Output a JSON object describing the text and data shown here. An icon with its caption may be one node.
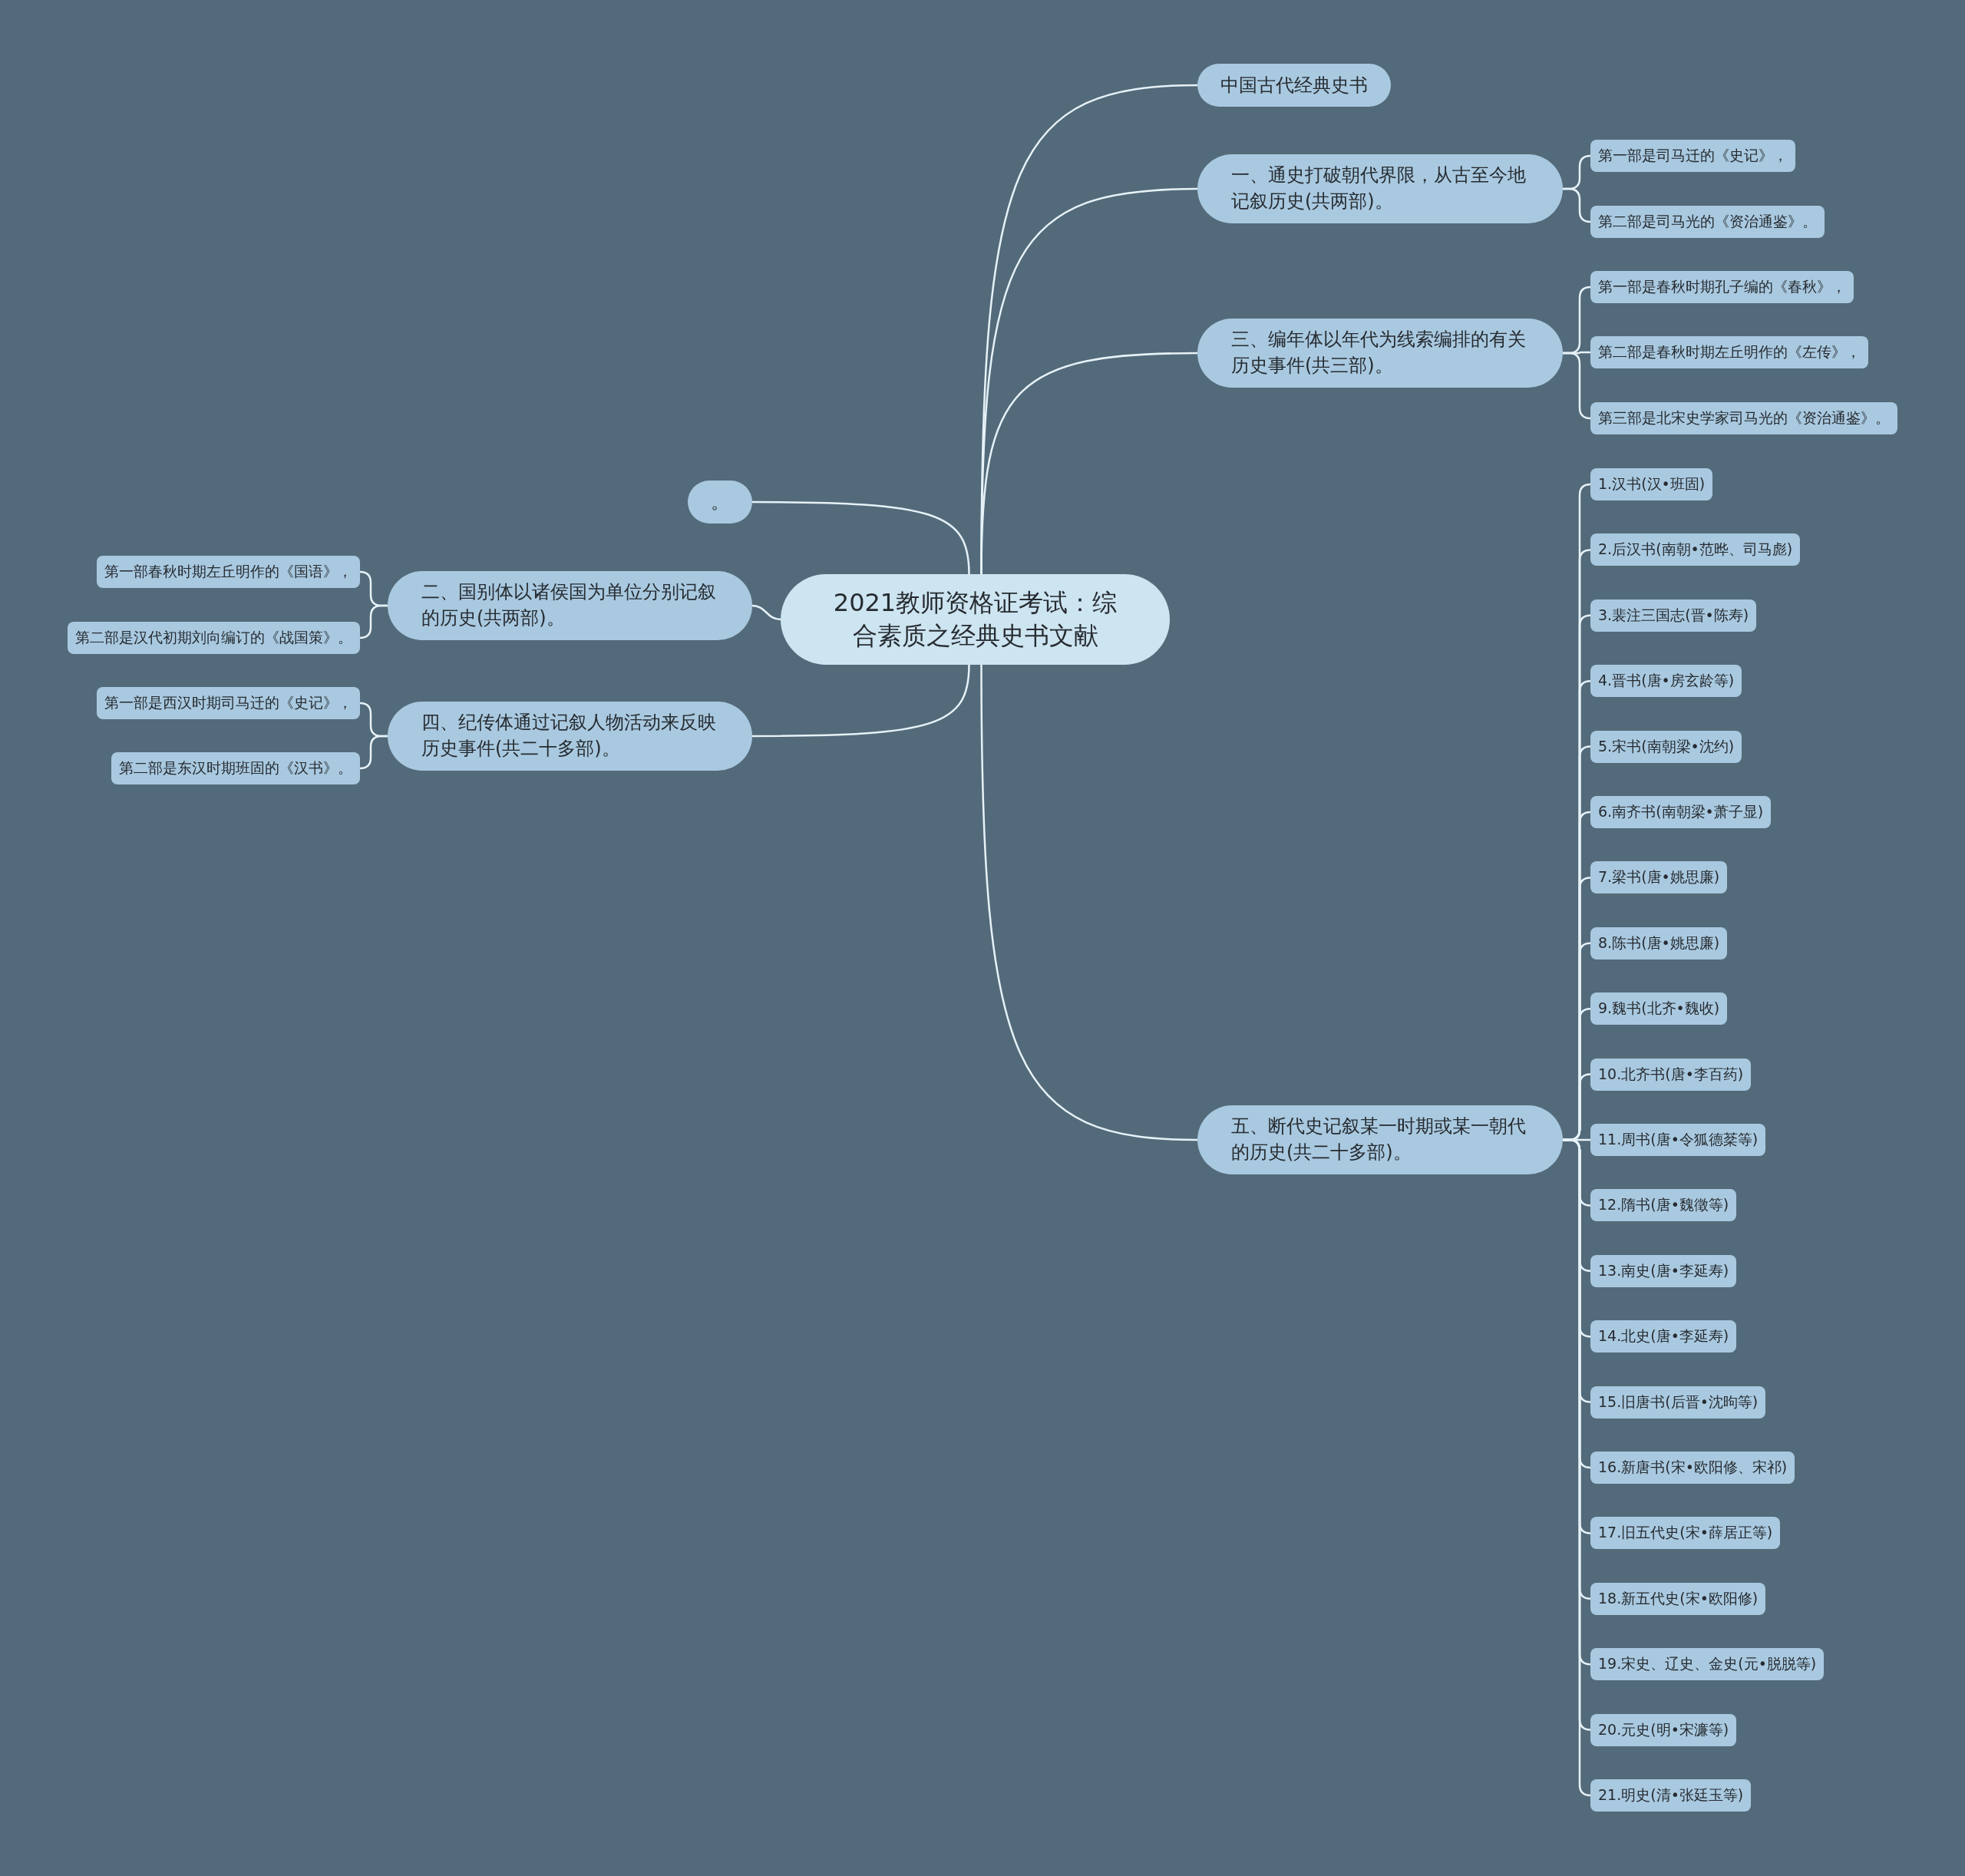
{
  "diagram": {
    "nodes": [
      {
        "text": [
          "2021教师资格证考试：综合素质之经典史书文献"
        ]
      },
      {
        "text": [
          "中国古代经典史书"
        ]
      },
      {
        "text": [
          "一、通史打破朝代界限，从古至今地记叙历史(共两部)。"
        ]
      },
      {
        "text": [
          "第一部是司马迁的《史记》，"
        ]
      },
      {
        "text": [
          "第二部是司马光的《资治通鉴》。"
        ]
      },
      {
        "text": [
          "三、编年体以年代为线索编排的有关历史事件(共三部)。"
        ]
      },
      {
        "text": [
          "第一部是春秋时期孔子编的《春秋》，"
        ]
      },
      {
        "text": [
          "第二部是春秋时期左丘明作的《左传》，"
        ]
      },
      {
        "text": [
          "第三部是北宋史学家司马光的《资治通鉴》。"
        ]
      },
      {
        "text": [
          "。"
        ]
      },
      {
        "text": [
          "二、国别体以诸侯国为单位分别记叙的历史(共两部)。"
        ]
      },
      {
        "text": [
          "第一部春秋时期左丘明作的《国语》，"
        ]
      },
      {
        "text": [
          "第二部是汉代初期刘向编订的《战国策》。"
        ]
      },
      {
        "text": [
          "四、纪传体通过记叙人物活动来反映历史事件(共二十多部)。"
        ]
      },
      {
        "text": [
          "第一部是西汉时期司马迁的《史记》，"
        ]
      },
      {
        "text": [
          "第二部是东汉时期班固的《汉书》。"
        ]
      },
      {
        "text": [
          "五、断代史记叙某一时期或某一朝代的历史(共二十多部)。"
        ]
      },
      {
        "text": [
          "1.汉书(汉•班固)"
        ]
      },
      {
        "text": [
          "2.后汉书(南朝•范晔、司马彪)"
        ]
      },
      {
        "text": [
          "3.裴注三国志(晋•陈寿)"
        ]
      },
      {
        "text": [
          "4.晋书(唐•房玄龄等)"
        ]
      },
      {
        "text": [
          "5.宋书(南朝梁•沈约)"
        ]
      },
      {
        "text": [
          "6.南齐书(南朝梁•萧子显)"
        ]
      },
      {
        "text": [
          "7.梁书(唐•姚思廉)"
        ]
      },
      {
        "text": [
          "8.陈书(唐•姚思廉)"
        ]
      },
      {
        "text": [
          "9.魏书(北齐•魏收)"
        ]
      },
      {
        "text": [
          "10.北齐书(唐•李百药)"
        ]
      },
      {
        "text": [
          "11.周书(唐•令狐德棻等)"
        ]
      },
      {
        "text": [
          "12.隋书(唐•魏徵等)"
        ]
      },
      {
        "text": [
          "13.南史(唐•李延寿)"
        ]
      },
      {
        "text": [
          "14.北史(唐•李延寿)"
        ]
      },
      {
        "text": [
          "15.旧唐书(后晋•沈昫等)"
        ]
      },
      {
        "text": [
          "16.新唐书(宋•欧阳修、宋祁)"
        ]
      },
      {
        "text": [
          "17.旧五代史(宋•薛居正等)"
        ]
      },
      {
        "text": [
          "18.新五代史(宋•欧阳修)"
        ]
      },
      {
        "text": [
          "19.宋史、辽史、金史(元•脱脱等)"
        ]
      },
      {
        "text": [
          "20.元史(明•宋濂等)"
        ]
      },
      {
        "text": [
          "21.明史(清•张廷玉等)"
        ]
      }
    ],
    "edges": [
      {
        "from": 0,
        "to": 1,
        "arrow": "none"
      },
      {
        "from": 0,
        "to": 2,
        "arrow": "none"
      },
      {
        "from": 2,
        "to": 3,
        "arrow": "none"
      },
      {
        "from": 2,
        "to": 4,
        "arrow": "none"
      },
      {
        "from": 0,
        "to": 5,
        "arrow": "none"
      },
      {
        "from": 5,
        "to": 6,
        "arrow": "none"
      },
      {
        "from": 5,
        "to": 7,
        "arrow": "none"
      },
      {
        "from": 5,
        "to": 8,
        "arrow": "none"
      },
      {
        "from": 0,
        "to": 9,
        "arrow": "none"
      },
      {
        "from": 0,
        "to": 10,
        "arrow": "none"
      },
      {
        "from": 10,
        "to": 11,
        "arrow": "none"
      },
      {
        "from": 10,
        "to": 12,
        "arrow": "none"
      },
      {
        "from": 0,
        "to": 13,
        "arrow": "none"
      },
      {
        "from": 13,
        "to": 14,
        "arrow": "none"
      },
      {
        "from": 13,
        "to": 15,
        "arrow": "none"
      },
      {
        "from": 0,
        "to": 16,
        "arrow": "none"
      },
      {
        "from": 16,
        "to": 17,
        "arrow": "none"
      },
      {
        "from": 16,
        "to": 18,
        "arrow": "none"
      },
      {
        "from": 16,
        "to": 19,
        "arrow": "none"
      },
      {
        "from": 16,
        "to": 20,
        "arrow": "none"
      },
      {
        "from": 16,
        "to": 21,
        "arrow": "none"
      },
      {
        "from": 16,
        "to": 22,
        "arrow": "none"
      },
      {
        "from": 16,
        "to": 23,
        "arrow": "none"
      },
      {
        "from": 16,
        "to": 24,
        "arrow": "none"
      },
      {
        "from": 16,
        "to": 25,
        "arrow": "none"
      },
      {
        "from": 16,
        "to": 26,
        "arrow": "none"
      },
      {
        "from": 16,
        "to": 27,
        "arrow": "none"
      },
      {
        "from": 16,
        "to": 28,
        "arrow": "none"
      },
      {
        "from": 16,
        "to": 29,
        "arrow": "none"
      },
      {
        "from": 16,
        "to": 30,
        "arrow": "none"
      },
      {
        "from": 16,
        "to": 31,
        "arrow": "none"
      },
      {
        "from": 16,
        "to": 32,
        "arrow": "none"
      },
      {
        "from": 16,
        "to": 33,
        "arrow": "none"
      },
      {
        "from": 16,
        "to": 34,
        "arrow": "none"
      },
      {
        "from": 16,
        "to": 35,
        "arrow": "none"
      },
      {
        "from": 16,
        "to": 36,
        "arrow": "none"
      },
      {
        "from": 16,
        "to": 37,
        "arrow": "none"
      }
    ]
  }
}
